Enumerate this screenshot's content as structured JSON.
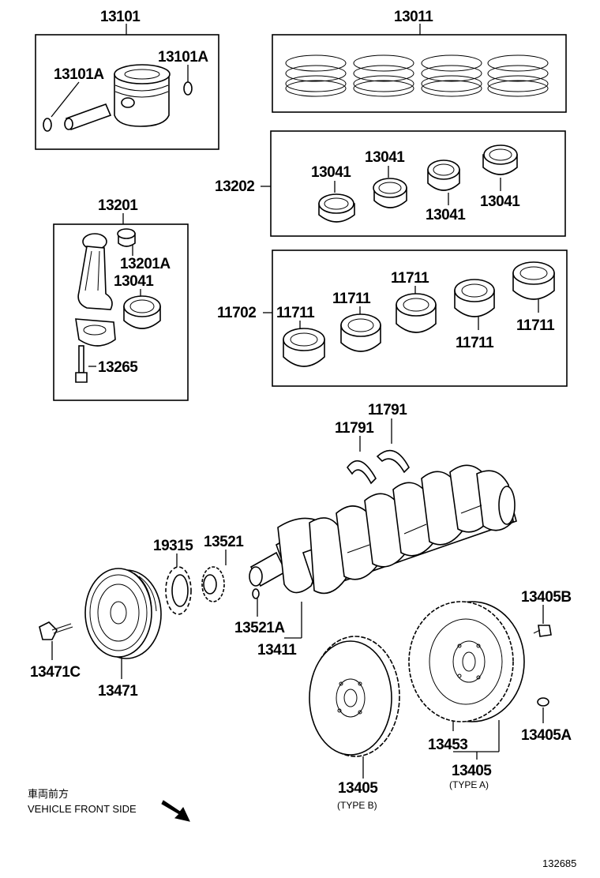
{
  "labels": {
    "p13101": "13101",
    "p13101a_left": "13101A",
    "p13101a_right": "13101A",
    "p13011": "13011",
    "p13202": "13202",
    "p13041_a": "13041",
    "p13041_b": "13041",
    "p13041_c": "13041",
    "p13041_d": "13041",
    "p13201": "13201",
    "p13201a": "13201A",
    "p13041_rod": "13041",
    "p13265": "13265",
    "p11702": "11702",
    "p11711_a": "11711",
    "p11711_b": "11711",
    "p11711_c": "11711",
    "p11711_d": "11711",
    "p11711_e": "11711",
    "p11791_a": "11791",
    "p11791_b": "11791",
    "p19315": "19315",
    "p13521": "13521",
    "p13521a": "13521A",
    "p13411": "13411",
    "p13405b": "13405B",
    "p13471c": "13471C",
    "p13471": "13471",
    "p13453": "13453",
    "p13405a": "13405A",
    "p13405_b": "13405",
    "type_b": "(TYPE B)",
    "p13405_a": "13405",
    "type_a": "(TYPE A)"
  },
  "note": {
    "japanese": "車両前方",
    "english": "VEHICLE FRONT SIDE"
  },
  "diagram_number": "132685"
}
